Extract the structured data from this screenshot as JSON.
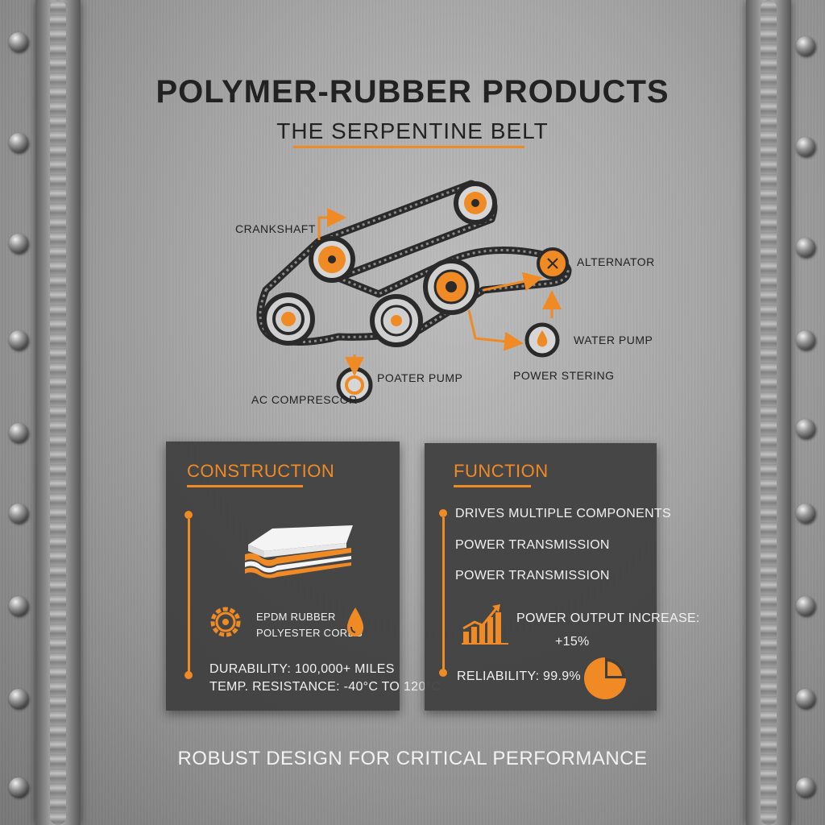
{
  "header": {
    "title": "POLYMER-RUBBER PRODUCTS",
    "subtitle": "THE SERPENTINE BELT"
  },
  "diagram": {
    "labels": {
      "crankshaft": "CRANKSHAFT",
      "alternator": "ALTERNATOR",
      "water_pump": "WATER PUMP",
      "power_steering": "POWER STERING",
      "poater_pump": "POATER PUMP",
      "ac_compressor": "AC COMPRESCOR"
    }
  },
  "construction": {
    "title": "CONSTRUCTION",
    "material_1": "EPDM RUBBER",
    "material_2": "POLYESTER CORDS",
    "durability": "DURABILITY: 100,000+ MILES",
    "temp_resistance": "TEMP. RESISTANCE: -40°C TO 120°C"
  },
  "function": {
    "title": "FUNCTION",
    "items": [
      "DRIVES MULTIPLE COMPONENTS",
      "POWER TRANSMISSION",
      "POWER TRANSMISSION"
    ],
    "power_label": "POWER OUTPUT INCREASE:",
    "power_value": "+15%",
    "reliability": "RELIABILITY: 99.9%"
  },
  "footer": {
    "tagline": "ROBUST DESIGN FOR CRITICAL PERFORMANCE"
  },
  "colors": {
    "accent": "#f08a24",
    "panel": "#3e3e3e",
    "dark": "#222222"
  },
  "icons": [
    "gear-icon",
    "droplet-icon",
    "bar-chart-icon",
    "pie-chart-icon",
    "belt-layers-icon",
    "arrow-icon"
  ]
}
